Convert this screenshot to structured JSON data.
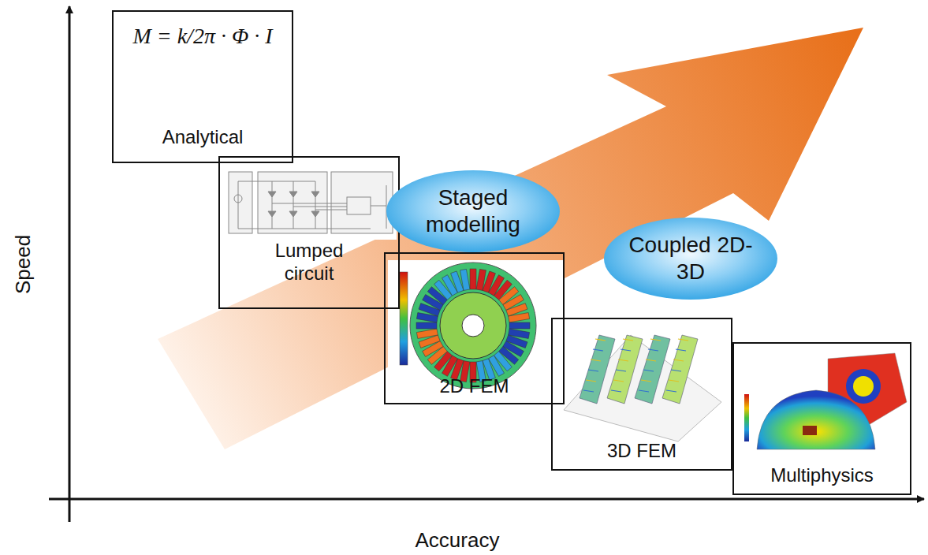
{
  "diagram": {
    "nodes": [
      {
        "text": [
          "M = k/2π · Φ · I",
          "Analytical"
        ]
      },
      {
        "text": [
          "Lumped circuit"
        ]
      },
      {
        "text": [
          "Staged modelling"
        ]
      },
      {
        "text": [
          "2D FEM"
        ]
      },
      {
        "text": [
          "Coupled 2D-3D"
        ]
      },
      {
        "text": [
          "3D FEM"
        ]
      },
      {
        "text": [
          "Multiphysics"
        ]
      }
    ],
    "edges": [],
    "labels": [
      "Speed",
      "Accuracy"
    ]
  }
}
